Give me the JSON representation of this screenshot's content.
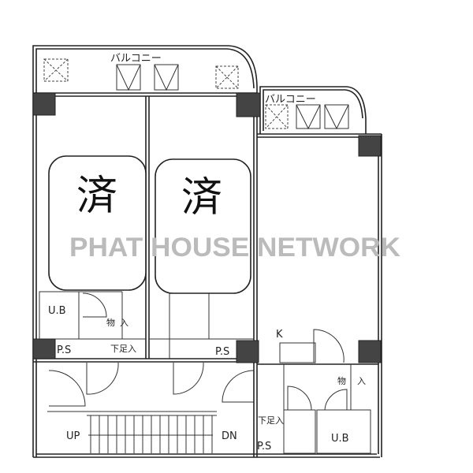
{
  "plan": {
    "balcony_left": "バルコニー",
    "balcony_right": "バルコニー",
    "stamp_left": "済",
    "stamp_right": "済",
    "watermark": "PHAT HOUSE NETWORK",
    "ub_left": "U.B",
    "ub_right": "U.B",
    "storage_left": "物入",
    "storage_right": "物入",
    "shoe_left": "下足入",
    "shoe_right": "下足入",
    "ps_1": "P.S",
    "ps_2": "P.S",
    "ps_3": "P.S",
    "kitchen": "K",
    "stairs_up": "UP",
    "stairs_down": "DN"
  }
}
